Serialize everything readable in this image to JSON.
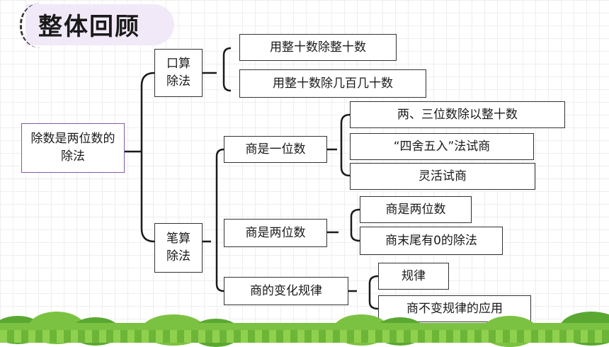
{
  "title": "整体回顾",
  "root": "除数是两位数的除法",
  "branch_mental": "口算除法",
  "branch_written": "笔算除法",
  "mental": {
    "item1": "用整十数除整十数",
    "item2": "用整十数除几百几十数"
  },
  "written": {
    "g1": {
      "label": "商是一位数",
      "items": [
        "两、三位数除以整十数",
        "“四舍五入”法试商",
        "灵活试商"
      ]
    },
    "g2": {
      "label": "商是两位数",
      "items": [
        "商是两位数",
        "商末尾有0的除法"
      ]
    },
    "g3": {
      "label": "商的变化规律",
      "items": [
        "规律",
        "商不变规律的应用"
      ]
    }
  }
}
